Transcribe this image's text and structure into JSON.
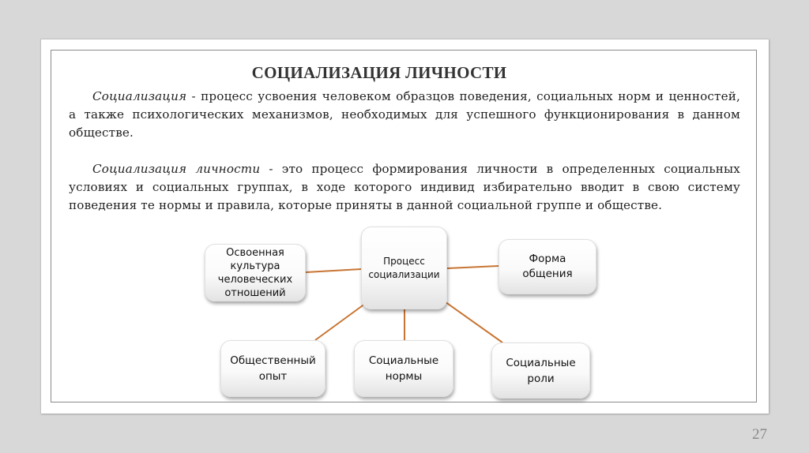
{
  "slide": {
    "title": "СОЦИАЛИЗАЦИЯ ЛИЧНОСТИ",
    "paragraph1": {
      "term": "Социализация",
      "text": " - процесс усвоения человеком образцов поведения, социальных норм и ценностей, а также психологических механизмов, необходимых для успешного функционирования в данном обществе."
    },
    "paragraph2": {
      "term": "Социализация личности",
      "text": " - это процесс формирования личности в определенных социальных условиях и социальных группах, в ходе которого индивид избирательно вводит в свою систему поведения те нормы и правила, которые приняты в данной социальной группе и обществе."
    },
    "page_number": "27"
  },
  "diagram": {
    "line_color": "#c87533",
    "center": {
      "label": "Процесс\nсоциализации"
    },
    "nodes": [
      {
        "id": "culture",
        "label": "Освоенная\nкультура\nчеловеческих\nотношений"
      },
      {
        "id": "form",
        "label": "Форма\nобщения"
      },
      {
        "id": "experience",
        "label": "Общественный\nопыт"
      },
      {
        "id": "norms",
        "label": "Социальные\nнормы"
      },
      {
        "id": "roles",
        "label": "Социальные\nроли"
      }
    ]
  }
}
